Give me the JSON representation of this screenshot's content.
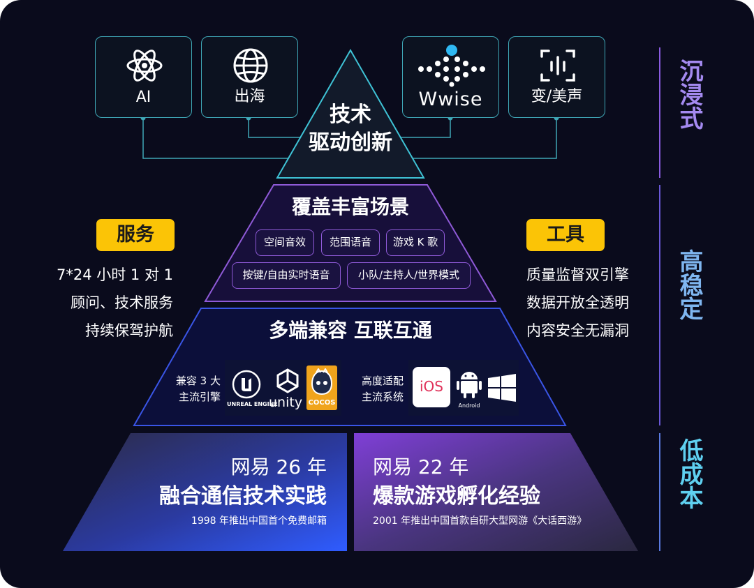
{
  "top_icons": [
    {
      "label": "AI",
      "icon": "atom-icon"
    },
    {
      "label": "出海",
      "icon": "globe-icon"
    },
    {
      "label": "Wwise",
      "icon": "wwise-logo"
    },
    {
      "label": "变/美声",
      "icon": "voice-wave-icon"
    }
  ],
  "tier1": {
    "line1": "技术",
    "line2": "驱动创新"
  },
  "tier2": {
    "title": "覆盖丰富场景",
    "pills_row1": [
      "空间音效",
      "范围语音",
      "游戏 K 歌"
    ],
    "pills_row2": [
      "按键/自由实时语音",
      "小队/主持人/世界模式"
    ]
  },
  "tier3": {
    "title": "多端兼容 互联互通",
    "engines_label": [
      "兼容 3 大",
      "主流引擎"
    ],
    "engines": [
      "UNREAL ENGINE",
      "unity",
      "COCOS"
    ],
    "systems_label": [
      "高度适配",
      "主流系统"
    ],
    "systems": [
      "iOS",
      "Android",
      "Windows"
    ]
  },
  "tier4": {
    "left": {
      "year": "网易 26 年",
      "title": "融合通信技术实践",
      "note": "1998 年推出中国首个免费邮箱"
    },
    "right": {
      "year": "网易 22 年",
      "title": "爆款游戏孵化经验",
      "note": "2001 年推出中国首款自研大型网游《大话西游》"
    }
  },
  "service": {
    "tag": "服务",
    "lines": [
      "7*24 小时 1 对 1",
      "顾问、技术服务",
      "持续保驾护航"
    ]
  },
  "tool": {
    "tag": "工具",
    "lines": [
      "质量监督双引擎",
      "数据开放全透明",
      "内容安全无漏洞"
    ]
  },
  "side_labels": [
    "沉浸式",
    "高稳定",
    "低成本"
  ],
  "colors": {
    "background": "#0a0b1c",
    "tag": "#fbc406",
    "teal": "#3fa8b7",
    "purple": "#8f5ad8",
    "blue": "#3a55e6"
  }
}
